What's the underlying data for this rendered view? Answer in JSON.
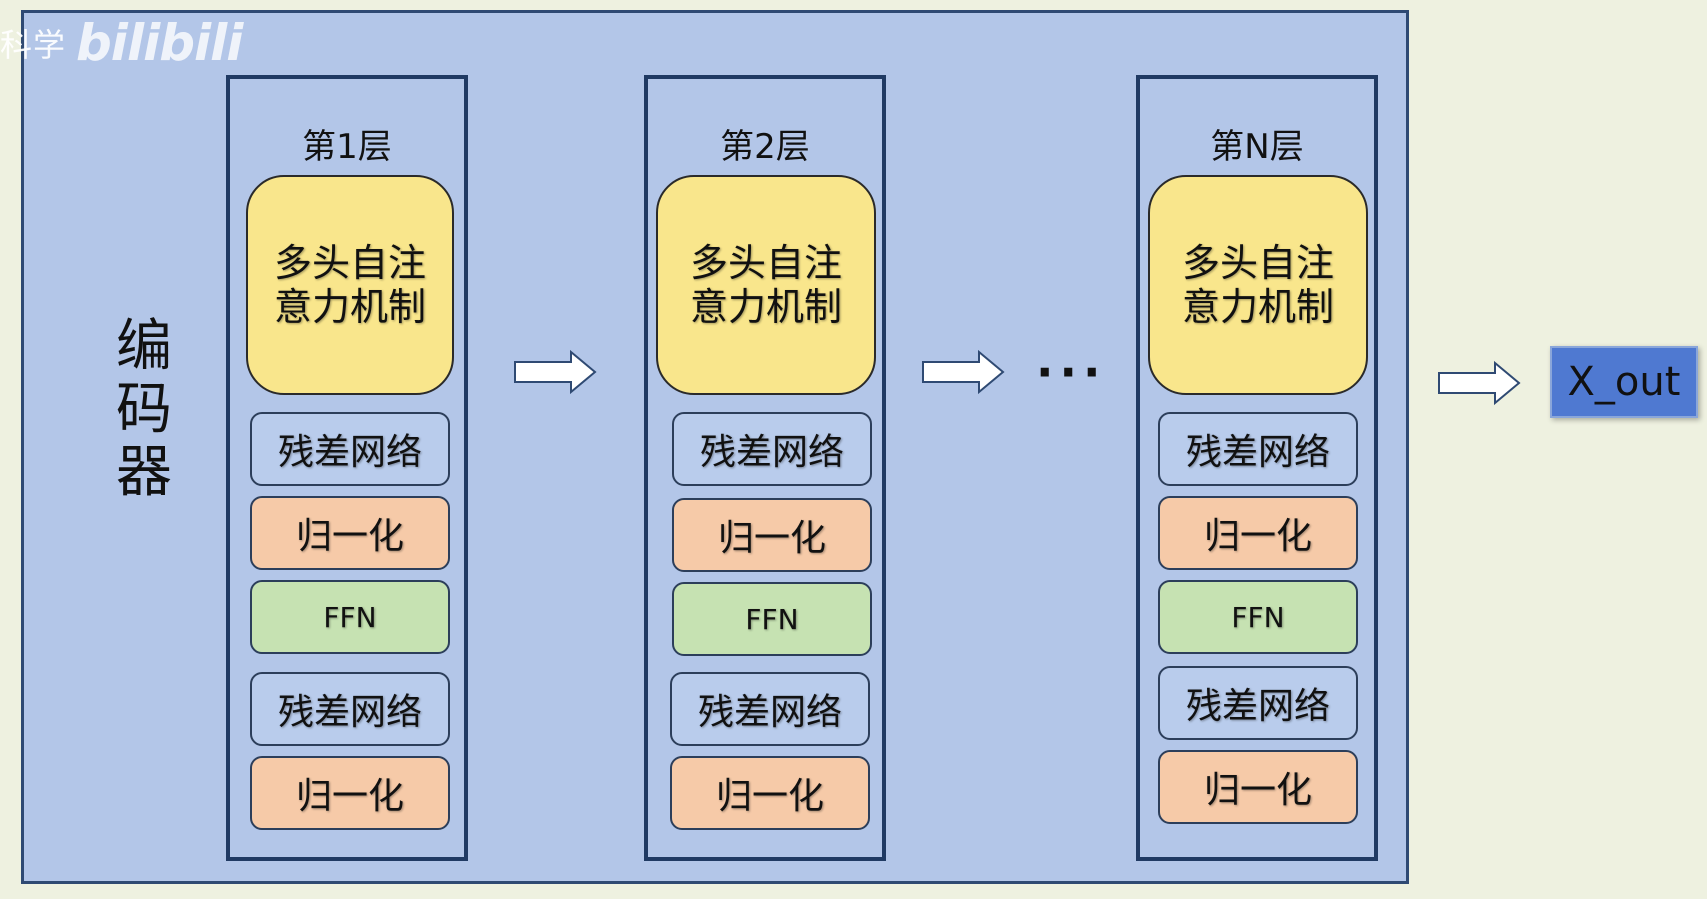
{
  "watermark": {
    "cn_text": "科学",
    "logo_text": "bilibili"
  },
  "encoder_label": "编码器",
  "layers": [
    {
      "title": "第1层",
      "attention": "多头自注意力机制",
      "residual_1": "残差网络",
      "norm_1": "归一化",
      "ffn": "FFN",
      "residual_2": "残差网络",
      "norm_2": "归一化"
    },
    {
      "title": "第2层",
      "attention": "多头自注意力机制",
      "residual_1": "残差网络",
      "norm_1": "归一化",
      "ffn": "FFN",
      "residual_2": "残差网络",
      "norm_2": "归一化"
    },
    {
      "title": "第N层",
      "attention": "多头自注意力机制",
      "residual_1": "残差网络",
      "norm_1": "归一化",
      "ffn": "FFN",
      "residual_2": "残差网络",
      "norm_2": "归一化"
    }
  ],
  "ellipsis": "···",
  "output": "X_out",
  "colors": {
    "background": "#eef1e0",
    "encoder_fill": "#b3c6e8",
    "attention_fill": "#f9e68c",
    "residual_fill": "#b9ccec",
    "norm_fill": "#f6caa8",
    "ffn_fill": "#c6e2b2",
    "output_fill": "#4f79d1"
  }
}
